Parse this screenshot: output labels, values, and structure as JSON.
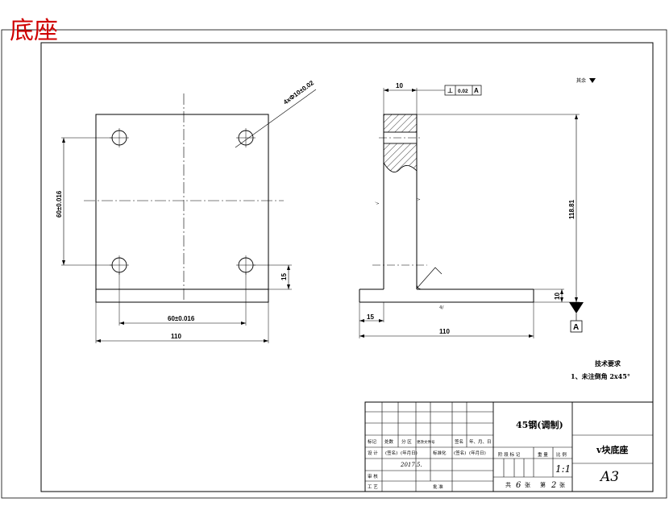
{
  "title": "底座",
  "front_view": {
    "hole_callout": "4xΦ10±0.02",
    "dim_vertical_holes": "60±0.016",
    "dim_horizontal_holes": "60±0.016",
    "dim_overall_width": "110",
    "dim_bottom_offset": "15"
  },
  "side_view": {
    "dim_thickness": "10",
    "tolerance_frame": [
      "⊥",
      "0.02",
      "A"
    ],
    "roughness_rest": "其余",
    "dim_height": "118.81",
    "dim_base_thickness": "10",
    "dim_base_left": "15",
    "dim_base_width": "110",
    "datum_label": "A",
    "mark_small": "4/",
    "mark_left": "√"
  },
  "tech_requirements": {
    "heading": "技术要求",
    "item1": "1、未注倒角 2x45°"
  },
  "title_block": {
    "material": "45钢(调制)",
    "part_name": "v块底座",
    "sheet_size": "A3",
    "scale": "1:1",
    "total_sheets": "6",
    "sheet_no": "2",
    "date_value": "2017.5.",
    "col_headers": [
      "标记",
      "处数",
      "分 区",
      "更改文件号",
      "签名",
      "年、月、日"
    ],
    "design_row": [
      "设 计",
      "(签名)",
      "(年月日)",
      "标准化",
      "(签名)",
      "(年月日)"
    ],
    "check_label": "审 核",
    "process_label": "工 艺",
    "approve_label": "批 准",
    "stage_headers": [
      "阶 段 标 记",
      "重 量",
      "比 例"
    ],
    "total_prefix": "共",
    "total_suffix": "张",
    "sheet_prefix": "第",
    "sheet_suffix": "张"
  }
}
